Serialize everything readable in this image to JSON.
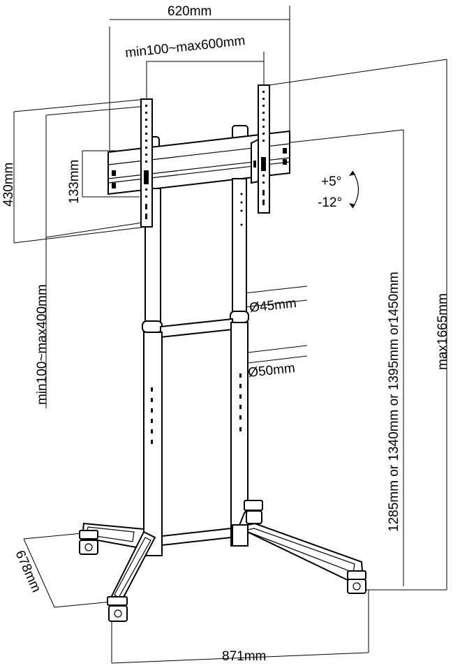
{
  "dimensions": {
    "overall_bracket_width": "620mm",
    "bracket_arm_spacing": "min100~max600mm",
    "bracket_arm_height": "430mm",
    "rail_height": "133mm",
    "vertical_hole_spacing": "min100~max400mm",
    "tilt_up": "+5°",
    "tilt_down": "-12°",
    "upper_pole_diameter": "Ø45mm",
    "lower_pole_diameter": "Ø50mm",
    "center_heights": "1285mm or 1340mm or 1395mm or1450mm",
    "max_height": "max1665mm",
    "base_depth": "678mm",
    "base_width": "871mm"
  }
}
